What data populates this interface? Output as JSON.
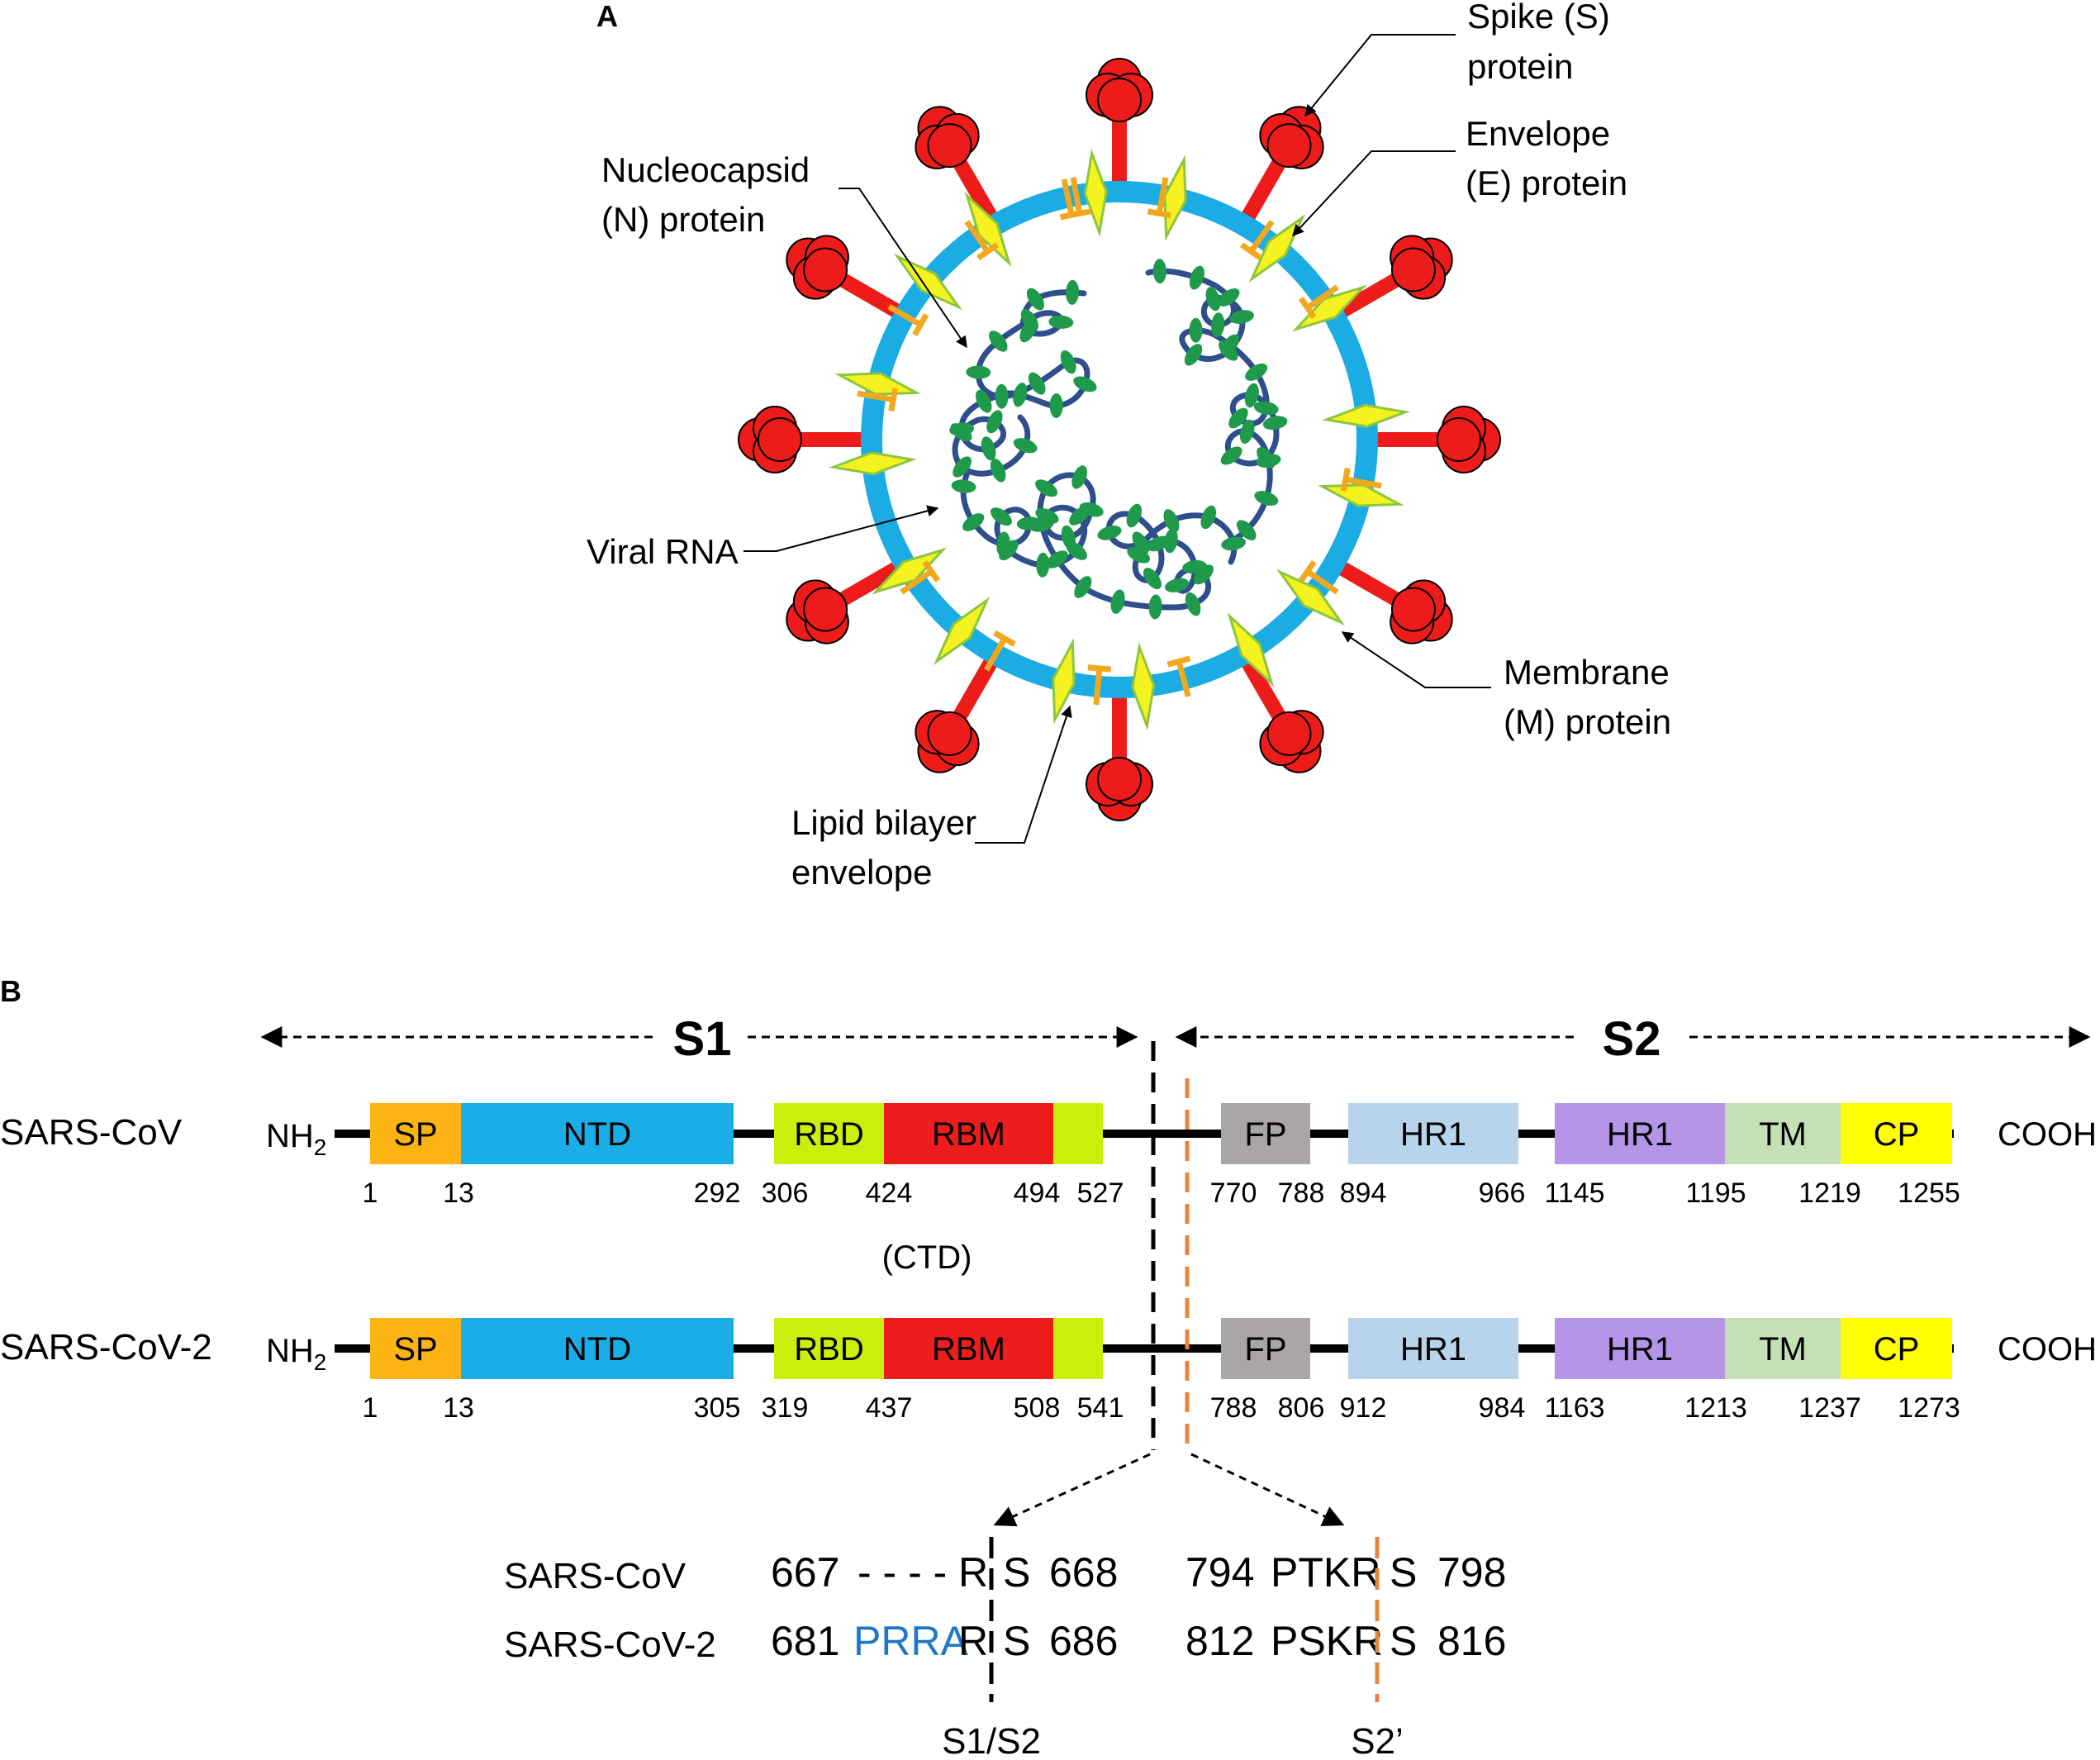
{
  "panel_a": {
    "label": "A",
    "callouts": {
      "spike": [
        "Spike (S)",
        "protein"
      ],
      "envelope": [
        "Envelope",
        "(E) protein"
      ],
      "nucleocapsid": [
        "Nucleocapsid",
        "(N) protein"
      ],
      "viral_rna": [
        "Viral RNA"
      ],
      "membrane": [
        "Membrane",
        "(M) protein"
      ],
      "lipid": [
        "Lipid bilayer",
        "envelope"
      ]
    }
  },
  "panel_b": {
    "label": "B",
    "s1": "S1",
    "s2": "S2",
    "nterm": "NH",
    "nterm_sub": "2",
    "cterm": "COOH",
    "ctd": "(CTD)",
    "rows": [
      {
        "name": "SARS-CoV",
        "domains": [
          "SP",
          "NTD",
          "RBD",
          "RBM",
          "",
          "FP",
          "HR1",
          "HR1",
          "TM",
          "CP"
        ],
        "numbers": [
          "1",
          "13",
          "292",
          "306",
          "424",
          "494",
          "527",
          "770",
          "788",
          "894",
          "966",
          "1145",
          "1195",
          "1219",
          "1255"
        ]
      },
      {
        "name": "SARS-CoV-2",
        "domains": [
          "SP",
          "NTD",
          "RBD",
          "RBM",
          "",
          "FP",
          "HR1",
          "HR1",
          "TM",
          "CP"
        ],
        "numbers": [
          "1",
          "13",
          "305",
          "319",
          "437",
          "508",
          "541",
          "788",
          "806",
          "912",
          "984",
          "1163",
          "1213",
          "1237",
          "1273"
        ]
      }
    ],
    "cleavage": {
      "rows": [
        {
          "name": "SARS-CoV",
          "s1s2_pre": "667",
          "s1s2_insert": "- - - -",
          "s1s2_r": "R",
          "s1s2_s": "S",
          "s1s2_post": "668",
          "s2p_pre": "794",
          "s2p_seq": "PTKR",
          "s2p_s": "S",
          "s2p_post": "798"
        },
        {
          "name": "SARS-CoV-2",
          "s1s2_pre": "681",
          "s1s2_insert": "PRRA",
          "s1s2_r": "R",
          "s1s2_s": "S",
          "s1s2_post": "686",
          "s2p_pre": "812",
          "s2p_seq": "PSKR",
          "s2p_s": "S",
          "s2p_post": "816"
        }
      ],
      "site1": "S1/S2",
      "site2": "S2’"
    }
  },
  "colors": {
    "membrane": "#1AACE3",
    "spike": "#EE1B1B",
    "envelope_protein": "#F2A81E",
    "membrane_protein_fill": "#F4F21F",
    "membrane_protein_edge": "#8CC63F",
    "nucleocapsid": "#1E9A4A",
    "rna": "#2E4F8C",
    "SP": "#FBB414",
    "NTD": "#1AAEE8",
    "RBD": "#C8F00C",
    "RBM": "#EE1C1C",
    "FP": "#A9A6A5",
    "HR1a": "#B7D4EC",
    "HR1b": "#B495E8",
    "TM": "#C6E0B6",
    "CP": "#FFFF00",
    "insert_text": "#1F77C8",
    "s2prime_line": "#E8843A"
  }
}
